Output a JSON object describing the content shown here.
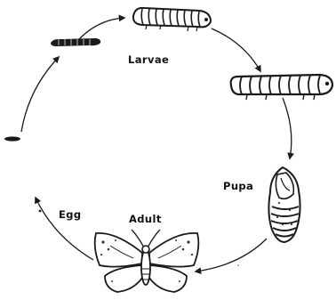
{
  "labels": {
    "larvae": "Larvae",
    "pupa": "Pupa",
    "egg": "Egg",
    "adult": "Adult"
  },
  "colors": {
    "ink": "#1a1a1a",
    "paper": "#ffffff",
    "wing_spot": "#333333"
  },
  "stages": [
    "egg",
    "larva-small",
    "larva-medium",
    "larva-large",
    "pupa",
    "adult"
  ]
}
